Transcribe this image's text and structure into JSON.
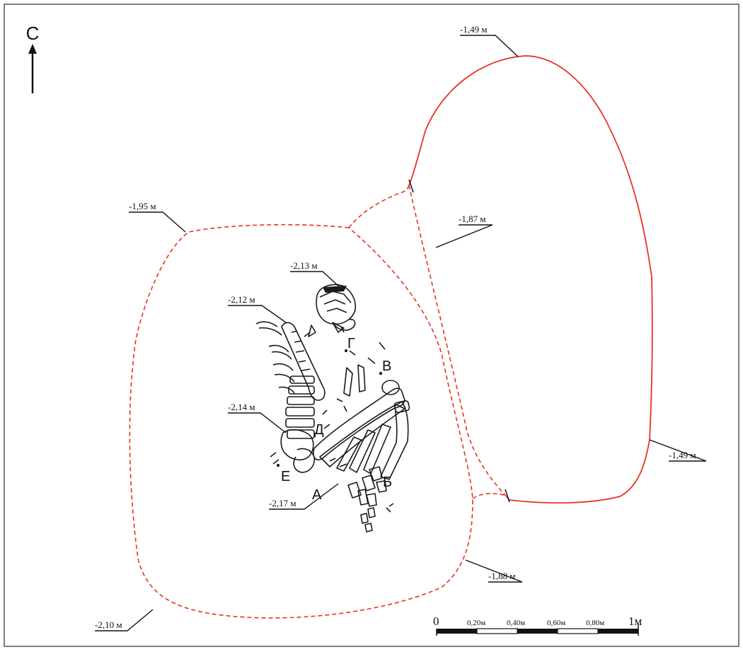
{
  "north": {
    "label": "С"
  },
  "depths": [
    {
      "id": "d1",
      "text": "-1,49 м"
    },
    {
      "id": "d2",
      "text": "-1,95 м"
    },
    {
      "id": "d3",
      "text": "-1,87 м"
    },
    {
      "id": "d4",
      "text": "-2,13 м"
    },
    {
      "id": "d5",
      "text": "-2,12 м"
    },
    {
      "id": "d6",
      "text": "-2,14 м"
    },
    {
      "id": "d7",
      "text": "-1,49 м"
    },
    {
      "id": "d8",
      "text": "-2,17 м"
    },
    {
      "id": "d9",
      "text": "-1,88 м"
    },
    {
      "id": "d10",
      "text": "-2,10 м"
    }
  ],
  "letters": [
    "Г",
    "В",
    "Д",
    "Е",
    "А",
    "Б"
  ],
  "scale": {
    "zero": "0",
    "ticks": [
      "0,20м",
      "0,40м",
      "0,60м",
      "0,80м"
    ],
    "end": "1м"
  },
  "colors": {
    "outline": "#e8321e",
    "ink": "#1a1a1a",
    "frame": "#555555"
  }
}
